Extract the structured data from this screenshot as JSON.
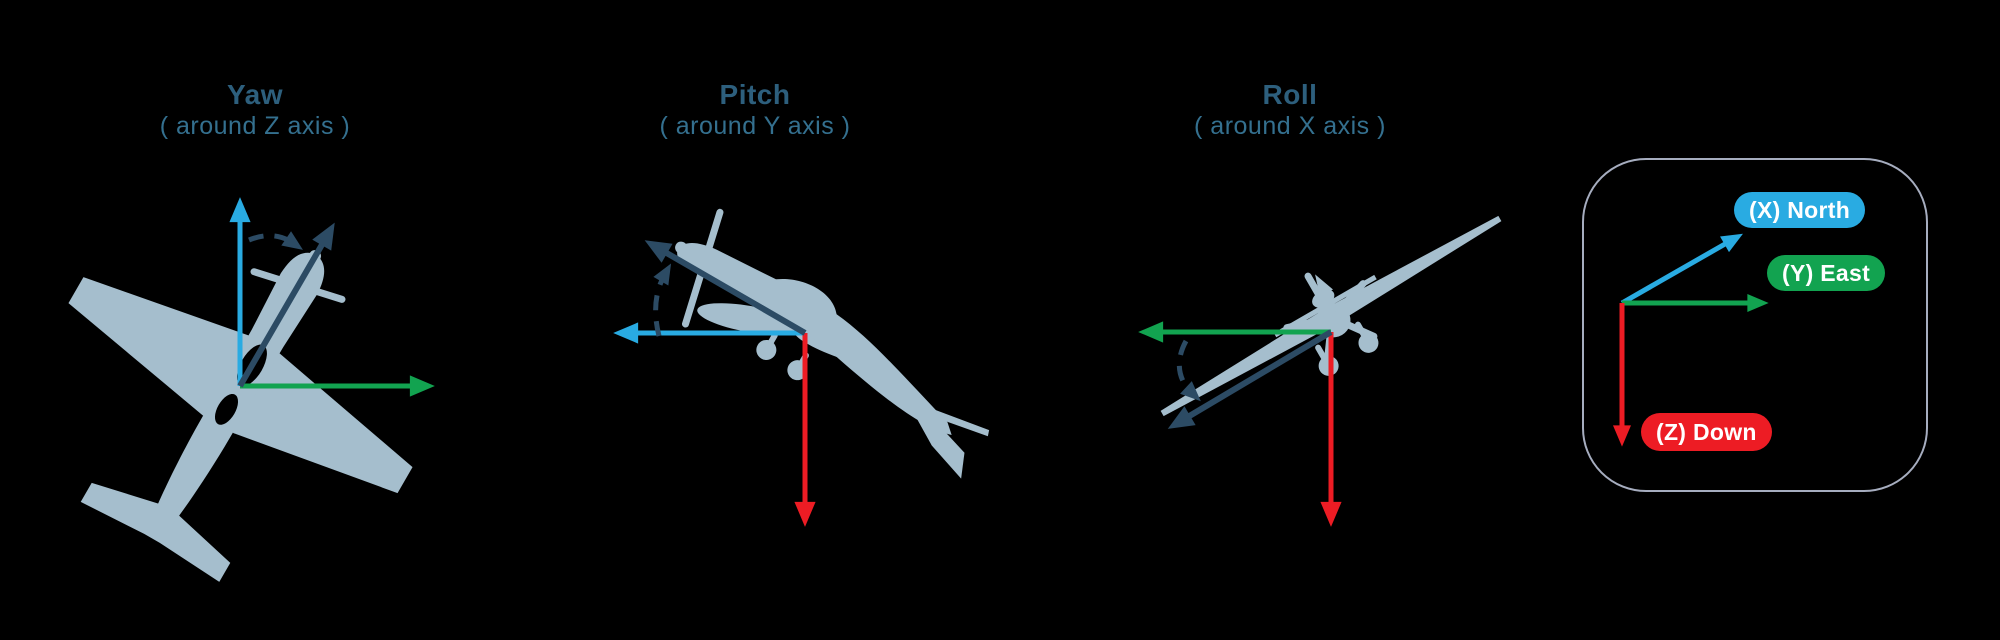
{
  "page": {
    "background": "#000000"
  },
  "figure": {
    "panels": [
      {
        "id": "yaw",
        "title": "Yaw",
        "subtitle": "( around Z axis )",
        "airplane_icon": "airplane-top-view",
        "rotation_axis": "Z"
      },
      {
        "id": "pitch",
        "title": "Pitch",
        "subtitle": "( around Y axis )",
        "airplane_icon": "airplane-side-view",
        "rotation_axis": "Y"
      },
      {
        "id": "roll",
        "title": "Roll",
        "subtitle": "( around X axis )",
        "airplane_icon": "airplane-front-view",
        "rotation_axis": "X"
      }
    ],
    "legend": {
      "items": [
        {
          "label": "(X) North",
          "color": "#29ABE2"
        },
        {
          "label": "(Y) East",
          "color": "#12A350"
        },
        {
          "label": "(Z) Down",
          "color": "#ED1C24"
        }
      ]
    },
    "colors": {
      "axis_blue": "#29ABE2",
      "axis_green": "#12A350",
      "axis_red": "#ED1C24",
      "body_axis_dark": "#2C4B64",
      "airplane_fill": "#A5BECD",
      "title_text": "#2D5F7D",
      "legend_border": "#A6ADBF"
    }
  }
}
